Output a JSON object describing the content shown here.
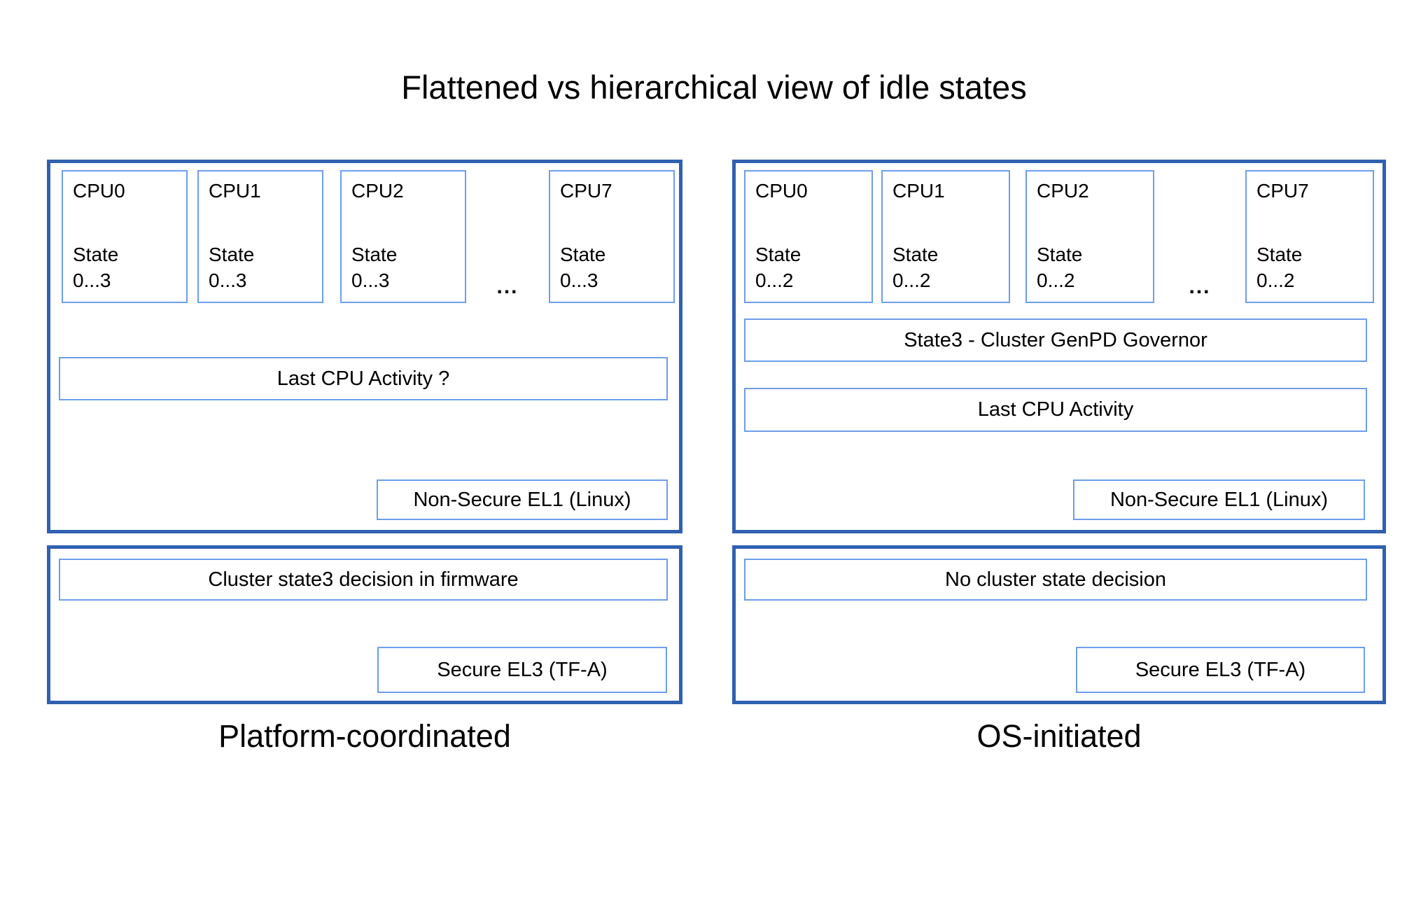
{
  "title": "Flattened vs hierarchical view of idle states",
  "colors": {
    "outer_border": "#3060b0",
    "inner_border": "#6d9eeb",
    "background": "#ffffff",
    "text": "#000000"
  },
  "left_diagram": {
    "caption": "Platform-coordinated",
    "ellipsis": "...",
    "cpus": [
      {
        "name": "CPU0",
        "state_label": "State",
        "state_range": "0...3"
      },
      {
        "name": "CPU1",
        "state_label": "State",
        "state_range": "0...3"
      },
      {
        "name": "CPU2",
        "state_label": "State",
        "state_range": "0...3"
      },
      {
        "name": "CPU7",
        "state_label": "State",
        "state_range": "0...3"
      }
    ],
    "activity_label": "Last CPU Activity ?",
    "el1_label": "Non-Secure EL1 (Linux)",
    "firmware_decision_label": "Cluster state3 decision in firmware",
    "el3_label": "Secure EL3 (TF-A)"
  },
  "right_diagram": {
    "caption": "OS-initiated",
    "ellipsis": "...",
    "cpus": [
      {
        "name": "CPU0",
        "state_label": "State",
        "state_range": "0...2"
      },
      {
        "name": "CPU1",
        "state_label": "State",
        "state_range": "0...2"
      },
      {
        "name": "CPU2",
        "state_label": "State",
        "state_range": "0...2"
      },
      {
        "name": "CPU7",
        "state_label": "State",
        "state_range": "0...2"
      }
    ],
    "governor_label": "State3 - Cluster GenPD Governor",
    "activity_label": "Last CPU Activity",
    "el1_label": "Non-Secure EL1 (Linux)",
    "cluster_decision_label": "No cluster state decision",
    "el3_label": "Secure EL3 (TF-A)"
  }
}
